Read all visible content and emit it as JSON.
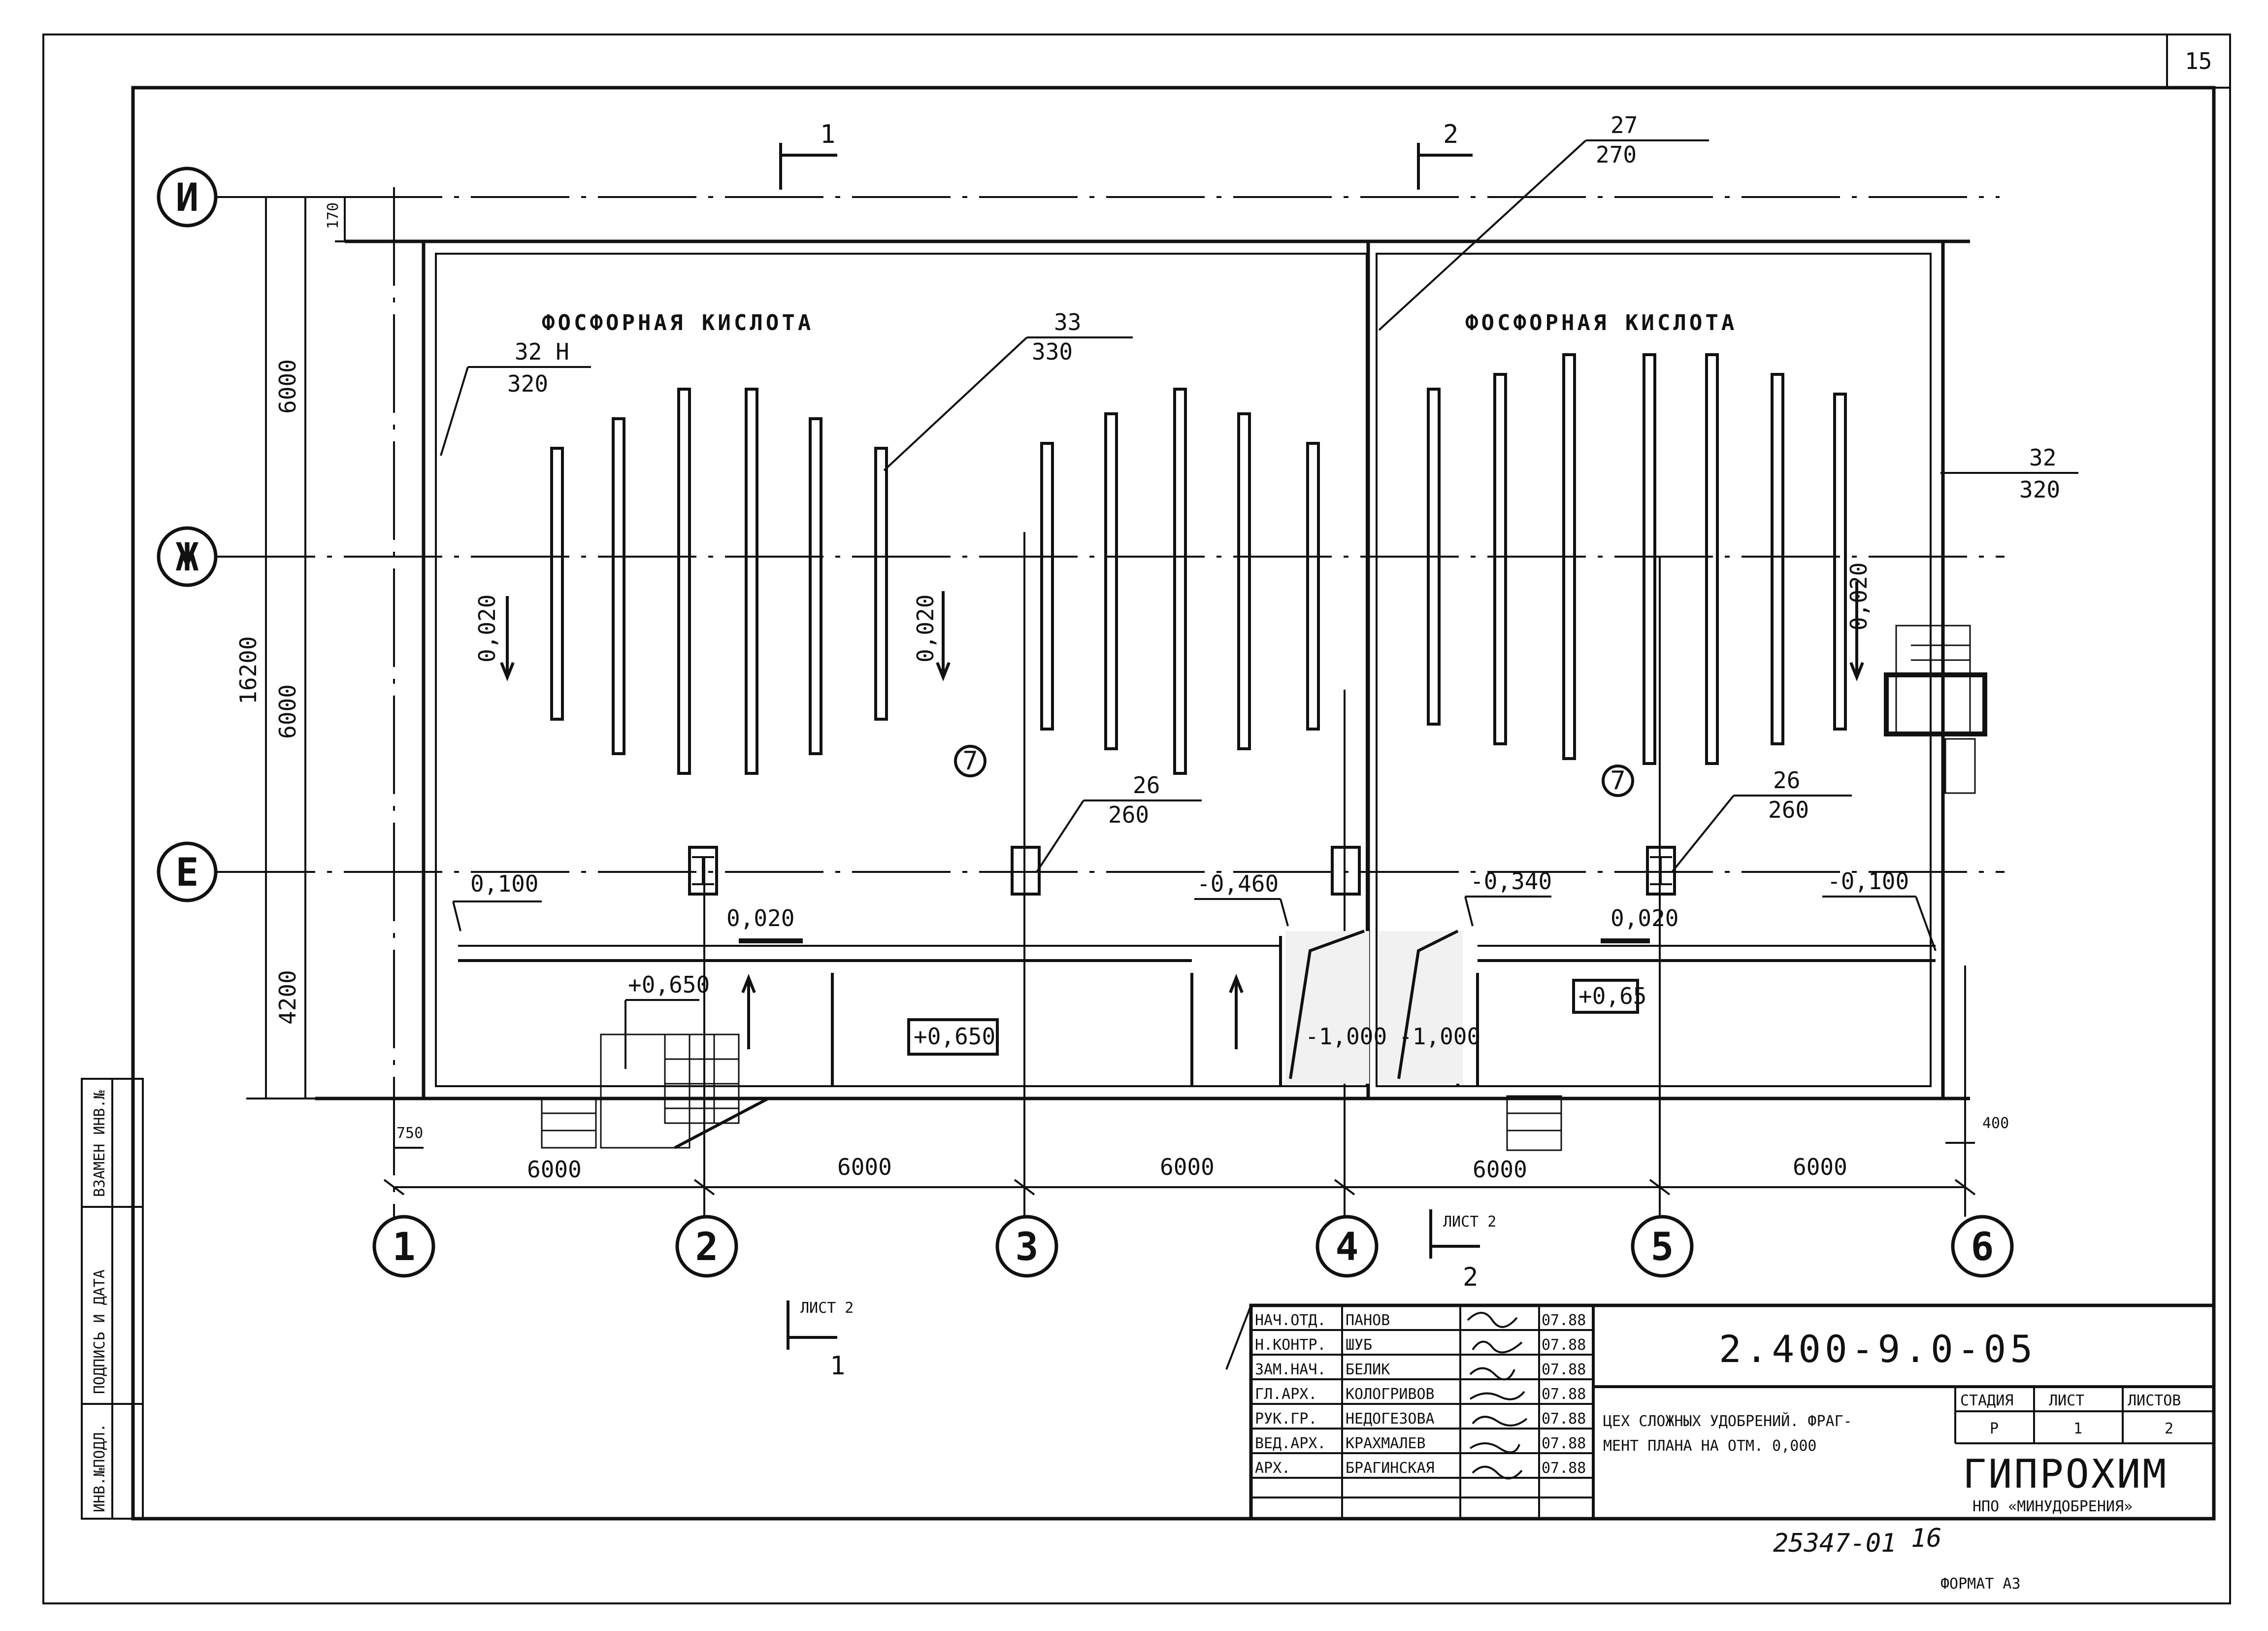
{
  "page_number": "15",
  "title_block": {
    "roles": [
      "НАЧ.ОТД.",
      "Н.КОНТР.",
      "ЗАМ.НАЧ.",
      "ГЛ.АРХ.",
      "РУК.ГР.",
      "ВЕД.АРХ.",
      "АРХ."
    ],
    "names": [
      "ПАНОВ",
      "ШУБ",
      "БЕЛИК",
      "КОЛОГРИВОВ",
      "НЕДОГЕЗОВА",
      "КРАХМАЛЕВ",
      "БРАГИНСКАЯ"
    ],
    "dates": [
      "07.88",
      "07.88",
      "07.88",
      "07.88",
      "07.88",
      "07.88",
      "07.88"
    ],
    "doc_code": "2.400-9.0-05",
    "description_line1": "ЦЕХ СЛОЖНЫХ УДОБРЕНИЙ. ФРАГ-",
    "description_line2": "МЕНТ ПЛАНА НА ОТМ. 0,000",
    "stage_header": "СТАДИЯ",
    "sheet_header": "ЛИСТ",
    "sheets_header": "ЛИСТОВ",
    "stage_value": "Р",
    "sheet_value": "1",
    "sheets_value": "2",
    "organization": "ГИПРОХИМ",
    "organization_sub": "НПО «МИНУДОБРЕНИЯ»"
  },
  "side_stamp": {
    "inv_podl": "ИНВ.№ПОДЛ.",
    "podpis_data": "ПОДПИСЬ И ДАТА",
    "vzam_inv": "ВЗАМЕН ИНВ.№"
  },
  "archive_number": "25347-01",
  "archive_suffix": "16",
  "format_label": "ФОРМАТ А3",
  "row_axes": [
    "И",
    "Ж",
    "Е"
  ],
  "column_axes": [
    "1",
    "2",
    "3",
    "4",
    "5",
    "6"
  ],
  "section_marks": {
    "cut1_top": "1",
    "cut2_top": "2",
    "cut1_bottom": "1",
    "cut2_bottom": "2",
    "sheet_ref_left": "ЛИСТ 2",
    "sheet_ref_right": "ЛИСТ 2"
  },
  "room_labels": {
    "left": "ФОСФОРНАЯ КИСЛОТА",
    "right": "ФОСФОРНАЯ КИСЛОТА",
    "room_num_left": "7",
    "room_num_right": "7"
  },
  "callouts": [
    {
      "top": "27",
      "bottom": "270"
    },
    {
      "top": "32 Н",
      "bottom": "320"
    },
    {
      "top": "33",
      "bottom": "330"
    },
    {
      "top": "32",
      "bottom": "320"
    },
    {
      "top": "26",
      "bottom": "260"
    },
    {
      "top": "26",
      "bottom": "260"
    }
  ],
  "elevations": {
    "e1": "0,100",
    "e2": "0,020",
    "e3": "-0,460",
    "e4": "-0,340",
    "e5": "0,020",
    "e6": "-0,100",
    "e7": "+0,650",
    "e8": "+0,650",
    "e9": "+0,65",
    "e10": "-1,000",
    "e11": "-1,000",
    "s1": "0,020",
    "s2": "0,020",
    "s3": "0,020"
  },
  "dimensions": {
    "left_v": [
      "170",
      "6000",
      "6000",
      "4200"
    ],
    "left_total": "16200",
    "bottom_h": [
      "6000",
      "6000",
      "6000",
      "6000",
      "6000"
    ],
    "offset_left": "750",
    "offset_right": "400"
  }
}
